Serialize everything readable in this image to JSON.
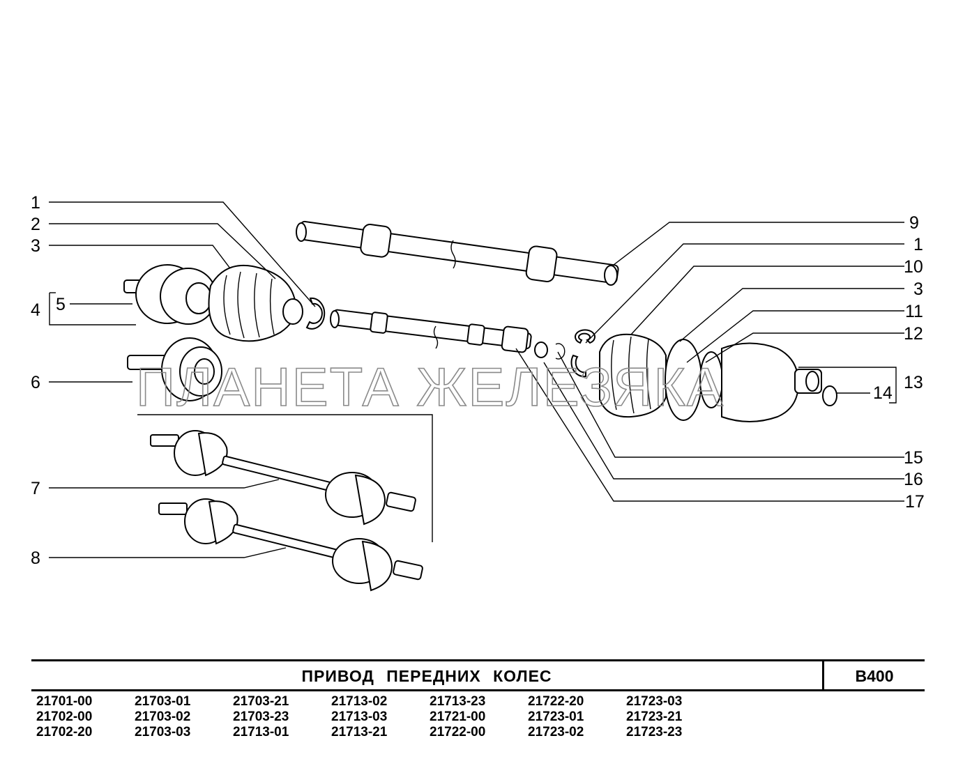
{
  "watermark": "ПЛАНЕТА ЖЕЛЕЗЯКА",
  "callouts_left": [
    "1",
    "2",
    "3",
    "4",
    "5",
    "6",
    "7",
    "8"
  ],
  "callouts_right": [
    "9",
    "1",
    "10",
    "3",
    "11",
    "12",
    "13",
    "14",
    "15",
    "16",
    "17"
  ],
  "title": "ПРИВОД ПЕРЕДНИХ КОЛЕС",
  "code": "В400",
  "models": [
    [
      "21701-00",
      "21702-00",
      "21702-20"
    ],
    [
      "21703-01",
      "21703-02",
      "21703-03"
    ],
    [
      "21703-21",
      "21703-23",
      "21713-01"
    ],
    [
      "21713-02",
      "21713-03",
      "21713-21"
    ],
    [
      "21713-23",
      "21721-00",
      "21722-00"
    ],
    [
      "21722-20",
      "21723-01",
      "21723-02"
    ],
    [
      "21723-03",
      "21723-21",
      "21723-23"
    ]
  ]
}
